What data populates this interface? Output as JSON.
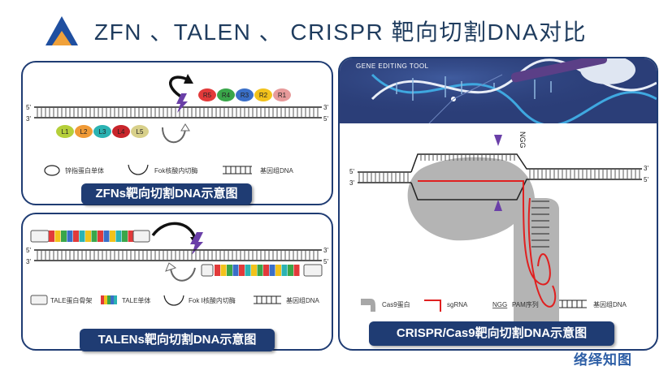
{
  "title": "ZFN 、TALEN 、 CRISPR 靶向切割DNA对比",
  "zfn": {
    "caption": "ZFNs靶向切割DNA示意图",
    "strand_labels": {
      "top_left": "5'",
      "top_right": "3'",
      "bottom_left": "3'",
      "bottom_right": "5'"
    },
    "right_fingers": [
      "R5",
      "R4",
      "R3",
      "R2",
      "R1"
    ],
    "left_fingers": [
      "L1",
      "L2",
      "L3",
      "L4",
      "L5"
    ],
    "legend": {
      "zinc_finger": "锌指蛋白单体",
      "fok": "Fok核酸内切酶",
      "dna": "基因组DNA"
    },
    "colors": {
      "red": "#e23a3a",
      "green": "#3aa64a",
      "blue": "#3a6fc8",
      "yellow": "#f2c21b",
      "pink": "#e79a9a",
      "lime": "#b5cf3a",
      "orange": "#f09a36",
      "teal": "#2bb3b3",
      "darkred": "#c8252b",
      "khaki": "#d8d08a"
    }
  },
  "talen": {
    "caption": "TALENs靶向切割DNA示意图",
    "strand_labels": {
      "top_left": "5'",
      "top_right": "3'",
      "bottom_left": "3'",
      "bottom_right": "5'"
    },
    "legend": {
      "scaffold": "TALE蛋白骨架",
      "monomer": "TALE单体",
      "fok": "Fok Ⅰ核酸内切酶",
      "dna": "基因组DNA"
    },
    "monomer_colors": [
      "#e23a3a",
      "#f2c21b",
      "#3aa64a",
      "#3a6fc8",
      "#e23a3a",
      "#2bb3b3",
      "#f2c21b",
      "#3aa64a",
      "#e23a3a",
      "#3a6fc8",
      "#f2c21b",
      "#2bb3b3",
      "#3aa64a",
      "#e23a3a"
    ]
  },
  "crispr": {
    "caption": "CRISPR/Cas9靶向切割DNA示意图",
    "banner_text": "GENE EDITING TOOL",
    "strand_labels": {
      "top_left": "5'",
      "top_right": "3'",
      "bottom_left": "3'",
      "bottom_right": "5'"
    },
    "pam_label": "NGG",
    "legend": {
      "cas9": "Cas9蛋白",
      "sgrna": "sgRNA",
      "ngg": "NGG",
      "pam": "PAM序列",
      "dna": "基因组DNA"
    },
    "colors": {
      "cas9": "#a7a7a7",
      "sgrna": "#e02020",
      "cut": "#6a3fa8"
    }
  },
  "watermark": "络绎知图"
}
